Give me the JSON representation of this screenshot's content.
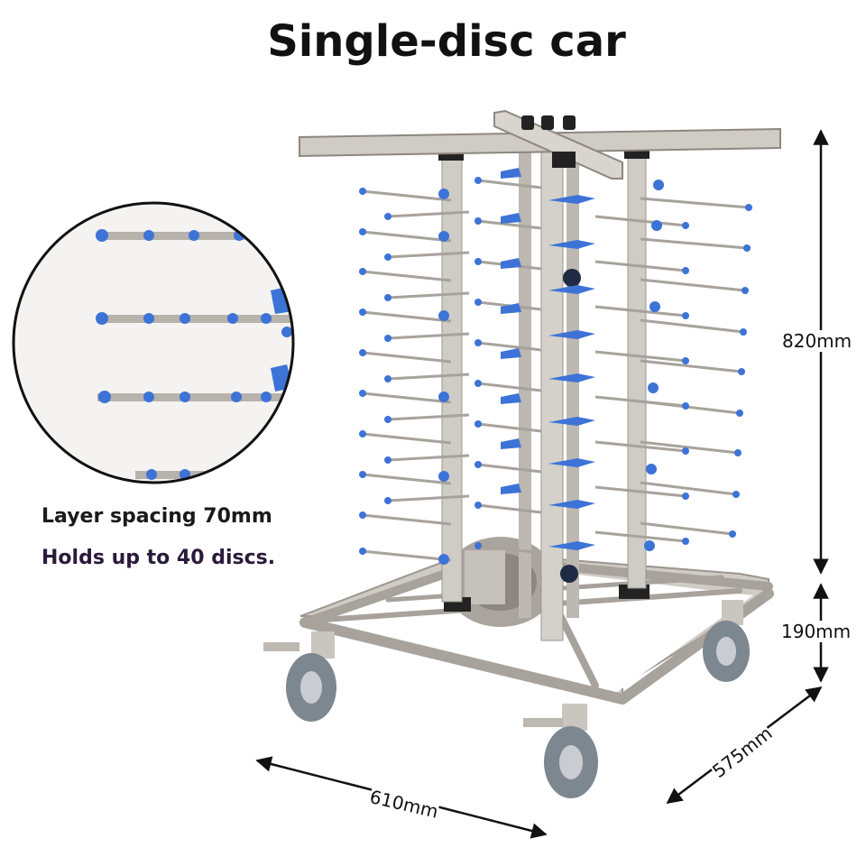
{
  "title": "Single-disc car",
  "notes": {
    "layer_spacing": "Layer spacing 70mm",
    "capacity": "Holds up to 40 discs."
  },
  "dimensions": {
    "height_upper": "820mm",
    "height_lower": "190mm",
    "width": "610mm",
    "depth": "575mm"
  },
  "colors": {
    "steel": "#b9b5ae",
    "steel_dark": "#8d8780",
    "pin_blue": "#3d73d6",
    "wheel": "#7d8790",
    "text": "#111111"
  }
}
